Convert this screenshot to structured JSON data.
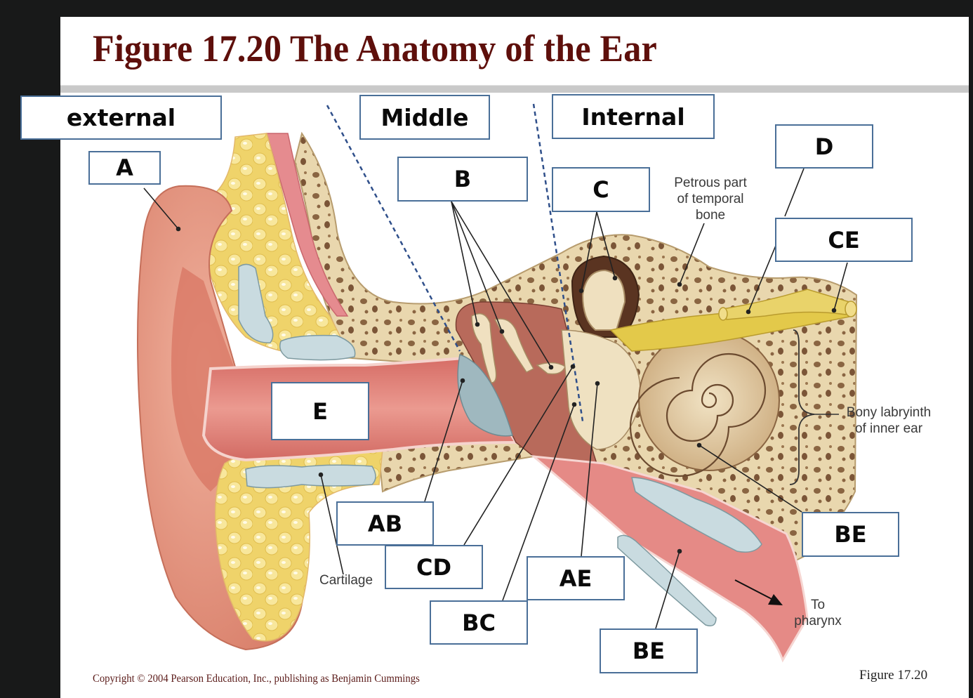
{
  "figure": {
    "title": "Figure 17.20  The Anatomy of the Ear",
    "figure_ref": "Figure 17.20",
    "copyright": "Copyright © 2004 Pearson Education, Inc., publishing as Benjamin Cummings"
  },
  "region_labels": [
    {
      "id": "external",
      "text": "external"
    },
    {
      "id": "middle",
      "text": "Middle"
    },
    {
      "id": "internal",
      "text": "Internal"
    }
  ],
  "answer_labels": [
    {
      "id": "A",
      "text": "A"
    },
    {
      "id": "B",
      "text": "B"
    },
    {
      "id": "C",
      "text": "C"
    },
    {
      "id": "D",
      "text": "D"
    },
    {
      "id": "CE",
      "text": "CE"
    },
    {
      "id": "E",
      "text": "E"
    },
    {
      "id": "AB",
      "text": "AB"
    },
    {
      "id": "CD",
      "text": "CD"
    },
    {
      "id": "BC",
      "text": "BC"
    },
    {
      "id": "AE",
      "text": "AE"
    },
    {
      "id": "BE_right",
      "text": "BE"
    },
    {
      "id": "BE_bottom",
      "text": "BE"
    }
  ],
  "annotations": {
    "petrous": [
      "Petrous part",
      "of temporal",
      "bone"
    ],
    "bony_labyrinth": [
      "Bony labryinth",
      "of inner ear"
    ],
    "cartilage": "Cartilage",
    "to_pharynx": [
      "To",
      "pharynx"
    ]
  },
  "colors": {
    "title": "#5e0f0b",
    "label_border": "#4a6f98",
    "skin": "#e39a86",
    "fat": "#f3dc7a",
    "bone": "#e8d6ae",
    "cartilage": "#c9dbe0",
    "canal": "#d9786f",
    "nerve": "#e3c94a"
  }
}
